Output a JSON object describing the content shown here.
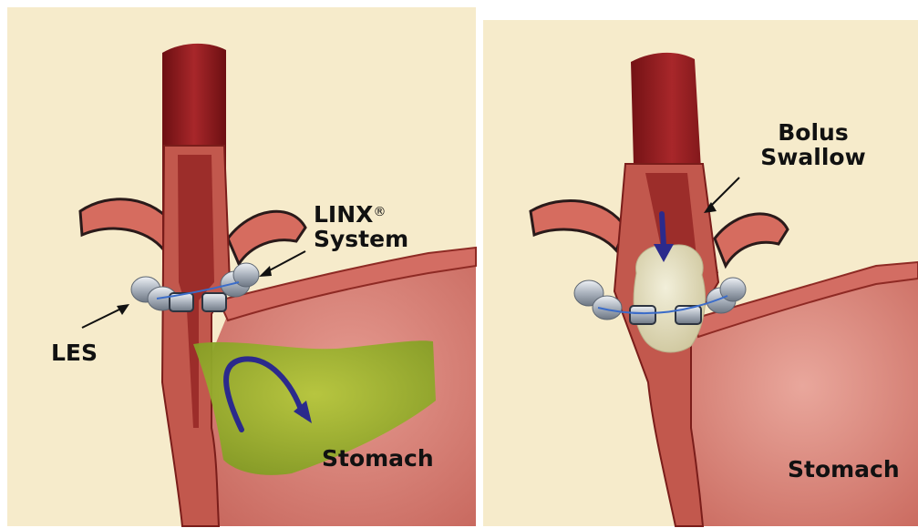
{
  "left_panel": {
    "linx_label_line1": "LINX",
    "linx_label_mark": "®",
    "linx_label_line2": "System",
    "les_label": "LES",
    "stomach_label": "Stomach"
  },
  "right_panel": {
    "bolus_label_line1": "Bolus",
    "bolus_label_line2": "Swallow",
    "stomach_label": "Stomach"
  },
  "colors": {
    "background": "#f6ebcb",
    "esophagus": "#8e1a1c",
    "muscle": "#c2584d",
    "stomach_wall": "#d98a80",
    "acid": "#9bb52c",
    "arrow": "#2b2a8c",
    "device": "#b9c0ca",
    "bolus": "#e4dfc2"
  }
}
